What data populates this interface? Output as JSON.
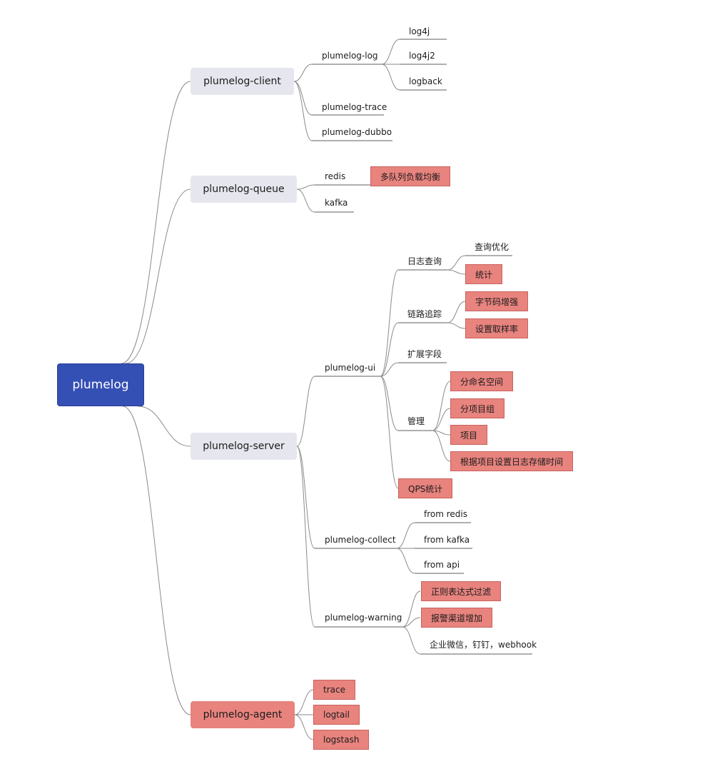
{
  "root": "plumelog",
  "colors": {
    "root": "#3550b4",
    "branch": "#e6e6ee",
    "highlight": "#e8837e",
    "link": "#8a8a8a"
  },
  "branches": {
    "client": {
      "label": "plumelog-client",
      "log": {
        "label": "plumelog-log",
        "items": [
          "log4j",
          "log4j2",
          "logback"
        ]
      },
      "trace": "plumelog-trace",
      "dubbo": "plumelog-dubbo"
    },
    "queue": {
      "label": "plumelog-queue",
      "redis": "redis",
      "redis_feature": "多队列负载均衡",
      "kafka": "kafka"
    },
    "server": {
      "label": "plumelog-server",
      "ui": {
        "label": "plumelog-ui",
        "log_query": {
          "label": "日志查询",
          "items": [
            "查询优化",
            "统计"
          ]
        },
        "tracing": {
          "label": "链路追踪",
          "items": [
            "字节码增强",
            "设置取样率"
          ]
        },
        "ext_fields": "扩展字段",
        "manage": {
          "label": "管理",
          "items": [
            "分命名空间",
            "分项目组",
            "项目",
            "根据项目设置日志存储时间"
          ]
        },
        "qps": "QPS统计"
      },
      "collect": {
        "label": "plumelog-collect",
        "items": [
          "from redis",
          "from kafka",
          "from api"
        ]
      },
      "warning": {
        "label": "plumelog-warning",
        "items": [
          "正则表达式过滤",
          "报警渠道增加",
          "企业微信，钉钉，webhook"
        ]
      }
    },
    "agent": {
      "label": "plumelog-agent",
      "items": [
        "trace",
        "logtail",
        "logstash"
      ]
    }
  }
}
